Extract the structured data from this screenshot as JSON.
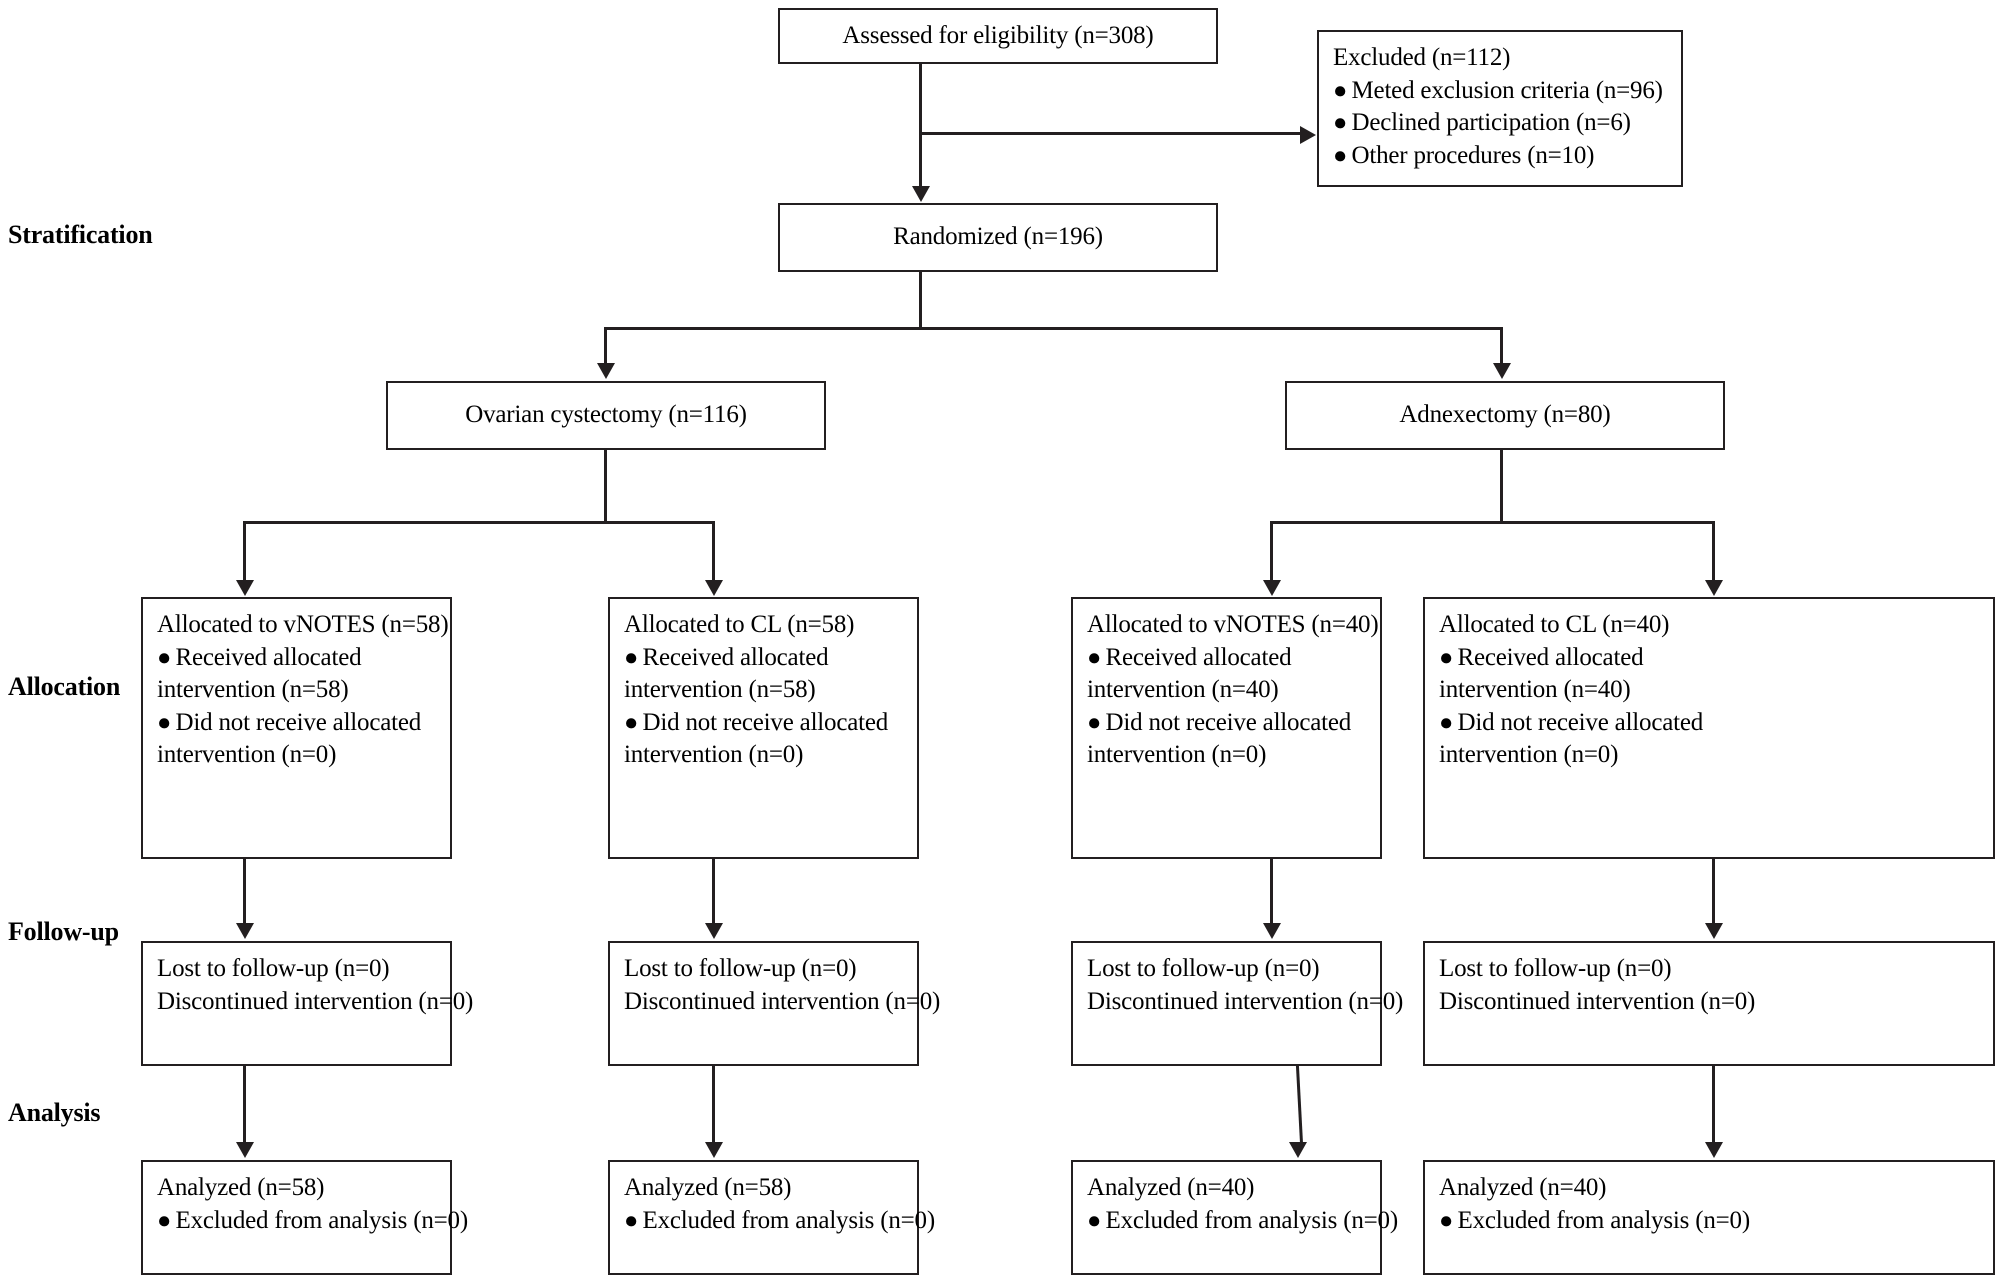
{
  "diagram": {
    "title": "CONSORT participant flow diagram",
    "bullet_glyph": "●",
    "stage_labels": [
      {
        "id": "stratification",
        "text": "Stratification"
      },
      {
        "id": "allocation",
        "text": "Allocation"
      },
      {
        "id": "follow-up",
        "text": "Follow-up"
      },
      {
        "id": "analysis",
        "text": "Analysis"
      }
    ],
    "enrollment": {
      "assessed": "Assessed for eligibility (n=308)",
      "excluded_title": "Excluded (n=112)",
      "excluded_reasons": [
        "Meted exclusion criteria (n=96)",
        "Declined participation (n=6)",
        "Other procedures (n=10)"
      ],
      "randomized": "Randomized (n=196)"
    },
    "strata": [
      {
        "id": "ovarian-cystectomy",
        "label": "Ovarian cystectomy (n=116)"
      },
      {
        "id": "adnexectomy",
        "label": "Adnexectomy (n=80)"
      }
    ],
    "arms": [
      {
        "id": "ovarian-vnotes",
        "allocated_title": "Allocated to vNOTES (n=58)",
        "received_line1": "Received allocated",
        "received_line2": "intervention (n=58)",
        "notreceived_line1": "Did not receive allocated",
        "notreceived_line2": "intervention (n=0)",
        "followup_line1": "Lost to follow-up (n=0)",
        "followup_line2": "Discontinued intervention (n=0)",
        "analyzed_title": "Analyzed (n=58)",
        "analyzed_excluded": "Excluded from analysis (n=0)"
      },
      {
        "id": "ovarian-cl",
        "allocated_title": "Allocated to CL (n=58)",
        "received_line1": "Received allocated",
        "received_line2": "intervention (n=58)",
        "notreceived_line1": "Did not receive allocated",
        "notreceived_line2": "intervention (n=0)",
        "followup_line1": "Lost to follow-up (n=0)",
        "followup_line2": "Discontinued intervention (n=0)",
        "analyzed_title": "Analyzed (n=58)",
        "analyzed_excluded": "Excluded from analysis (n=0)"
      },
      {
        "id": "adnex-vnotes",
        "allocated_title": "Allocated to vNOTES (n=40)",
        "received_line1": "Received allocated",
        "received_line2": "intervention (n=40)",
        "notreceived_line1": "Did not receive allocated",
        "notreceived_line2": "intervention (n=0)",
        "followup_line1": "Lost to follow-up (n=0)",
        "followup_line2": "Discontinued intervention (n=0)",
        "analyzed_title": "Analyzed (n=40)",
        "analyzed_excluded": "Excluded from analysis (n=0)"
      },
      {
        "id": "adnex-cl",
        "allocated_title": "Allocated to CL (n=40)",
        "received_line1": "Received allocated",
        "received_line2": "intervention (n=40)",
        "notreceived_line1": "Did not receive allocated",
        "notreceived_line2": "intervention (n=0)",
        "followup_line1": "Lost to follow-up (n=0)",
        "followup_line2": "Discontinued intervention (n=0)",
        "analyzed_title": "Analyzed (n=40)",
        "analyzed_excluded": "Excluded from analysis (n=0)"
      }
    ],
    "colors": {
      "stroke": "#231f20",
      "background": "#ffffff",
      "text": "#000000"
    }
  }
}
